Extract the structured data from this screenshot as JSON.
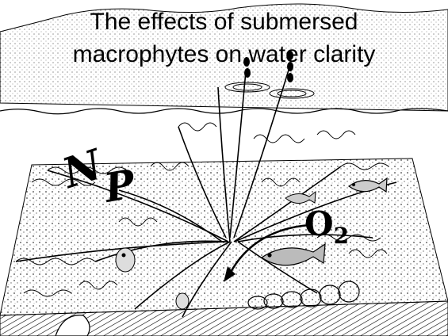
{
  "title": {
    "line1": "The effects of submersed",
    "line2": "macrophytes on water clarity"
  },
  "labels": {
    "nitrogen": "N",
    "phosphorus": "P",
    "oxygen_symbol": "O",
    "oxygen_subscript": "2"
  },
  "icons": {
    "arrow": "curved-arrow-icon",
    "fish": "fish-icon",
    "plant": "macrophyte-plant",
    "zooplankton": "zooplankton-icon",
    "mussel": "mussel-icon"
  },
  "colors": {
    "ink": "#000000",
    "paper": "#ffffff",
    "sediment": "#dcdcdc"
  }
}
